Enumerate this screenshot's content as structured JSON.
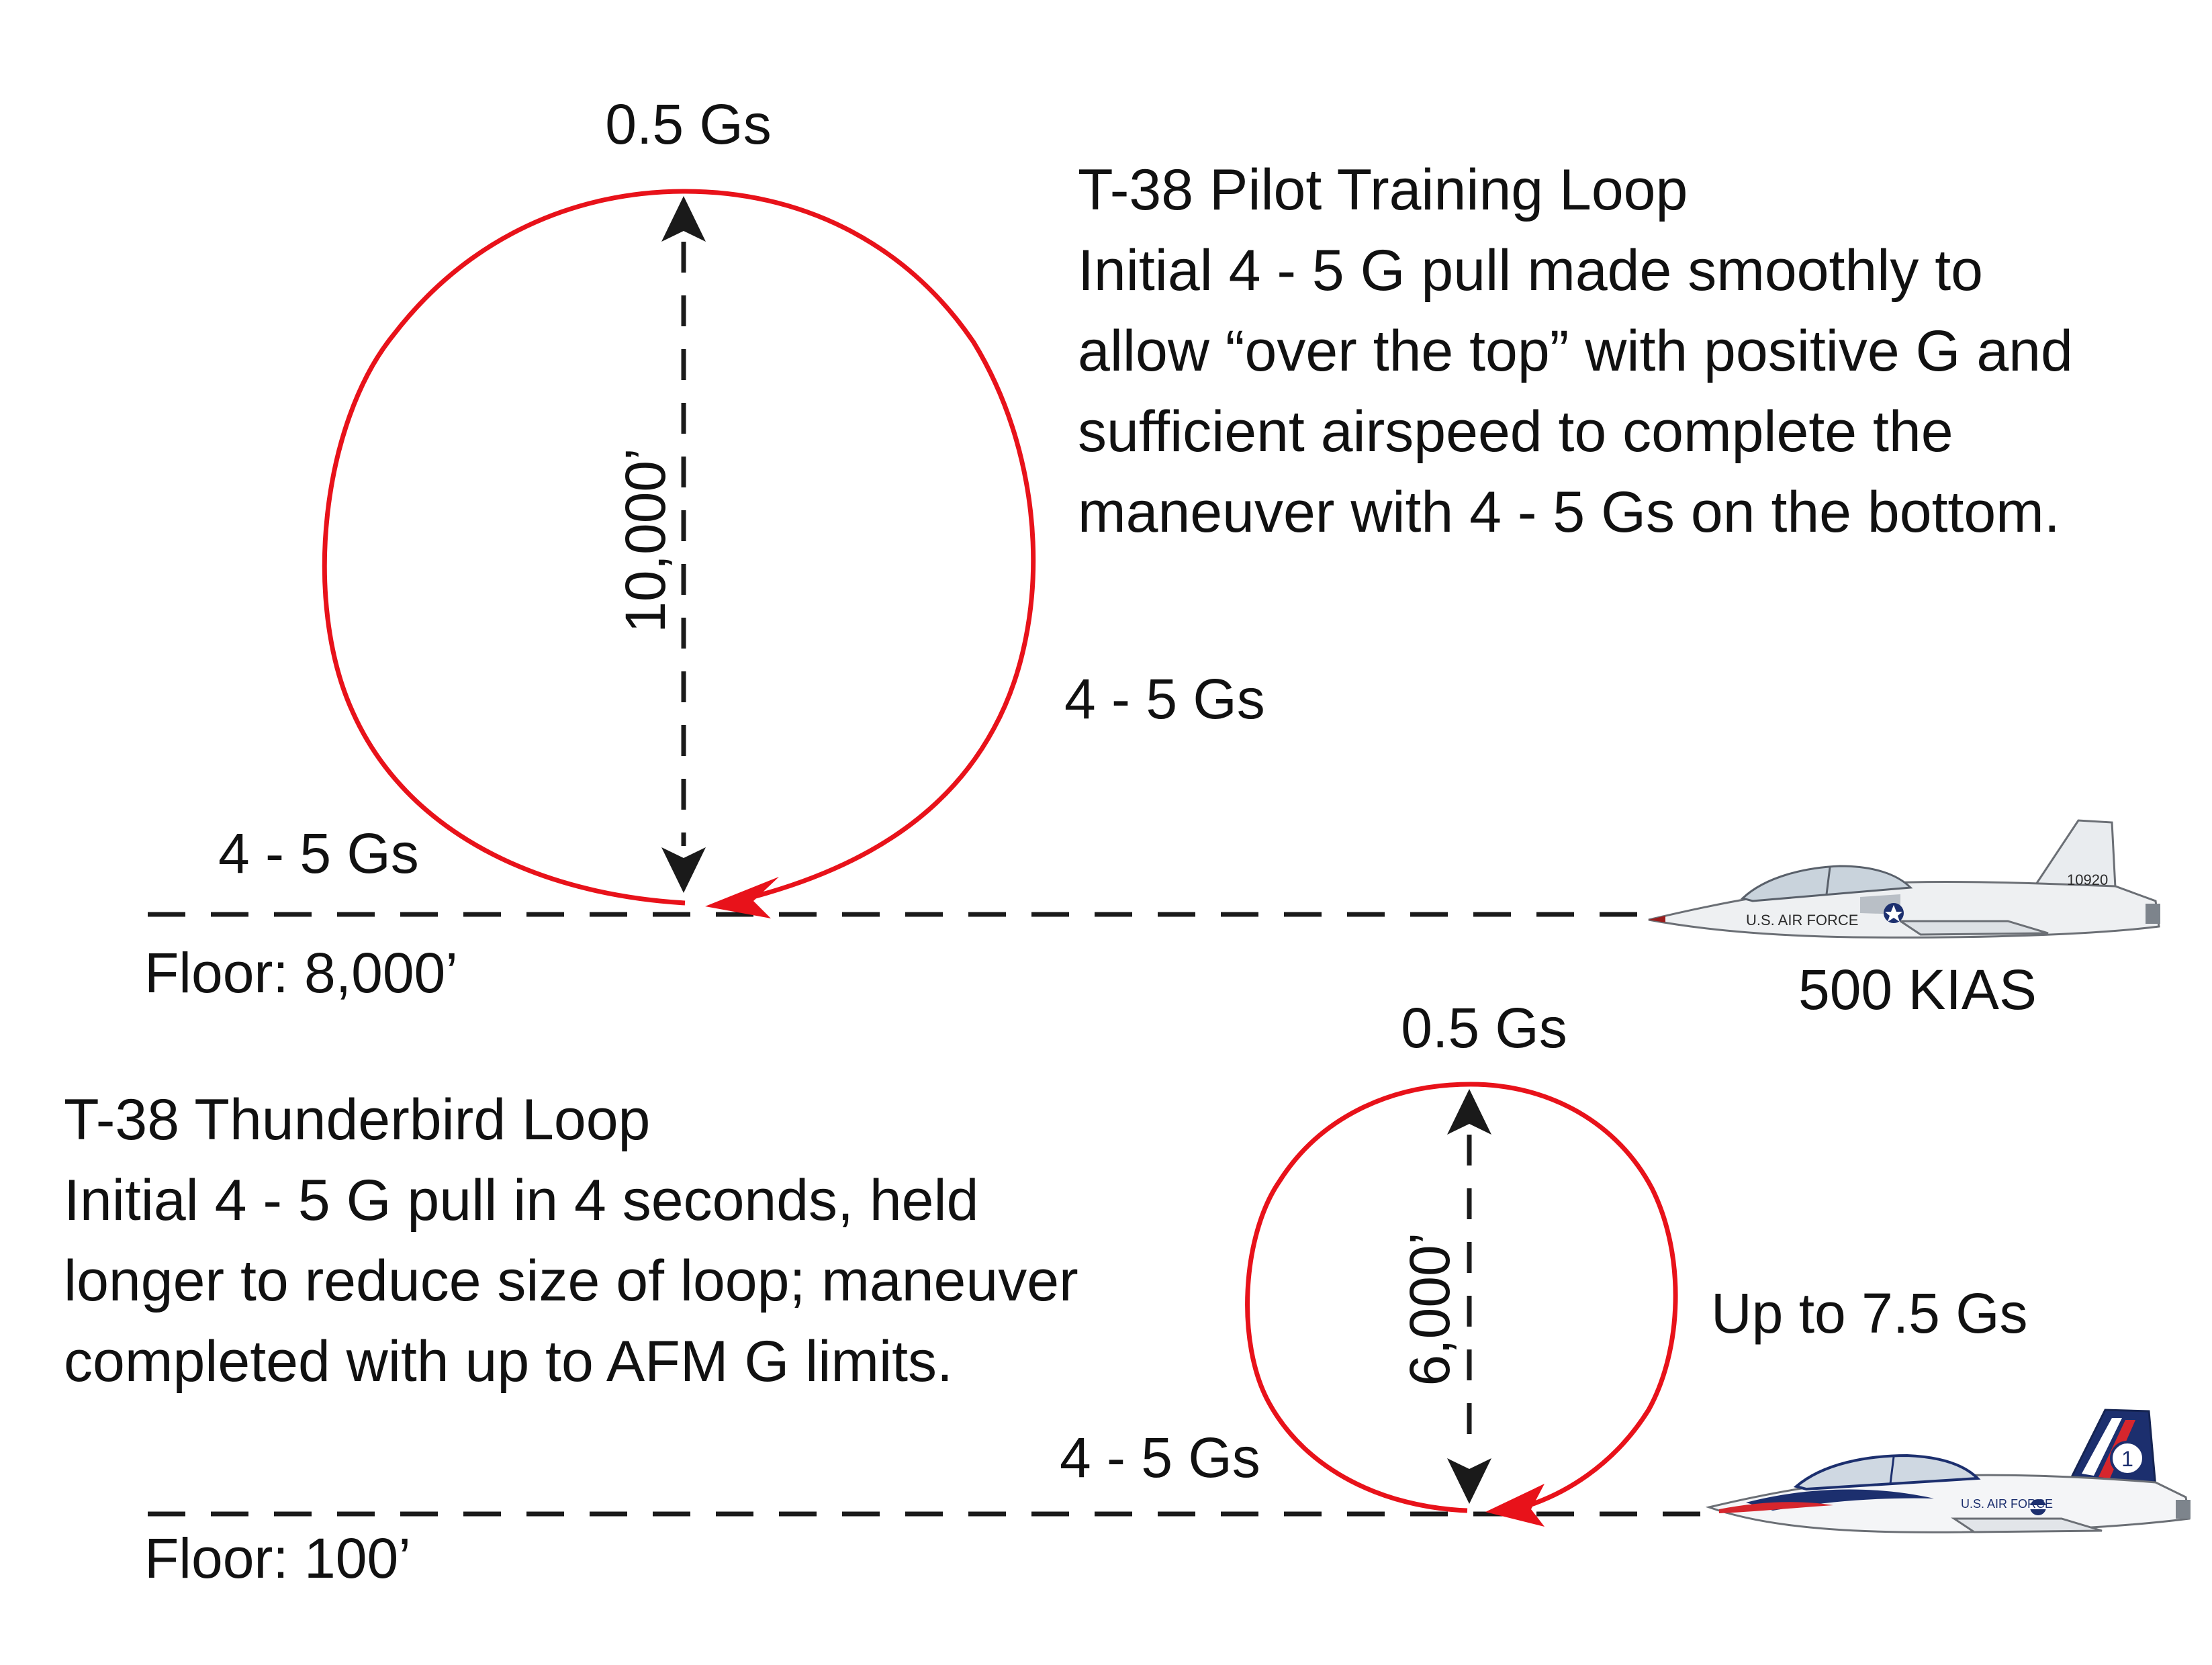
{
  "colors": {
    "loop": "#e8121a",
    "line": "#1a1a1a",
    "text": "#111111",
    "tb_blue": "#1c2f6e",
    "tb_red": "#d6262d"
  },
  "training": {
    "top_g": "0.5 Gs",
    "height": "10,000’",
    "side_g": "4 - 5 Gs",
    "bottom_g": "4 - 5 Gs",
    "floor": "Floor: 8,000’",
    "speed": "500 KIAS",
    "title": "T-38 Pilot Training Loop",
    "desc": [
      "Initial 4 - 5 G pull made smoothly to",
      "allow “over the top” with positive G and",
      "sufficient airspeed to complete the",
      "maneuver with 4 - 5 Gs on the bottom."
    ],
    "aircraft": {
      "tail_number": "10920",
      "fuselage_text": "U.S. AIR FORCE"
    }
  },
  "thunderbird": {
    "top_g": "0.5 Gs",
    "height": "6,000’",
    "side_g": "Up to 7.5 Gs",
    "bottom_g": "4 - 5 Gs",
    "floor": "Floor: 100’",
    "title": "T-38 Thunderbird Loop",
    "desc": [
      "Initial 4 - 5 G pull in 4 seconds, held",
      "longer to reduce size of loop; maneuver",
      "completed with up to AFM G limits."
    ],
    "aircraft": {
      "tail_number": "1",
      "fuselage_text": "U.S. AIR FORCE"
    }
  }
}
